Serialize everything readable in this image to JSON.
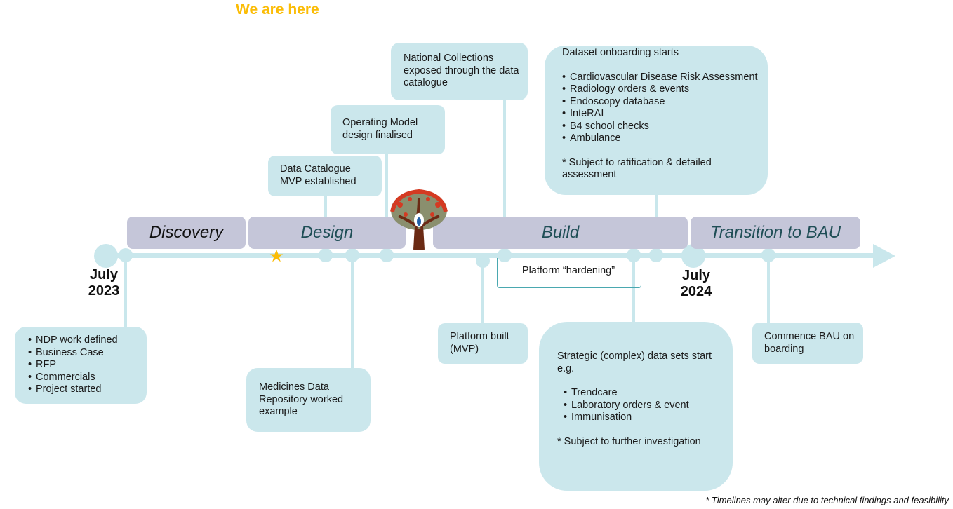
{
  "marker": {
    "label": "We are here",
    "icon": "star-icon",
    "color": "#fbbc05"
  },
  "colors": {
    "timeline": "#c9e7ec",
    "box": "#cbe7ec",
    "phase_bg": "#c5c6d9",
    "phase_text": "#1f4e56",
    "bracket": "#4aa8b0"
  },
  "phases": [
    {
      "label": "Discovery"
    },
    {
      "label": "Design"
    },
    {
      "label": "Build"
    },
    {
      "label": "Transition to BAU"
    }
  ],
  "dates": [
    {
      "month": "July",
      "year": "2023"
    },
    {
      "month": "July",
      "year": "2024"
    }
  ],
  "milestones_above": {
    "data_catalogue": "Data Catalogue MVP established",
    "operating_model": "Operating Model design finalised",
    "national_collections": "National Collections exposed through the data catalogue",
    "dataset_onboarding": {
      "title": "Dataset onboarding starts",
      "items": [
        "Cardiovascular Disease Risk Assessment",
        "Radiology orders & events",
        "Endoscopy database",
        "InteRAI",
        "B4 school checks",
        "Ambulance"
      ],
      "note": "* Subject to ratification & detailed assessment"
    }
  },
  "milestones_below": {
    "discovery_items": [
      "NDP work defined",
      "Business Case",
      "RFP",
      "Commercials",
      "Project started"
    ],
    "medicines": "Medicines Data Repository worked example",
    "platform_built": "Platform built (MVP)",
    "strategic": {
      "title": "Strategic (complex) data sets start e.g.",
      "items": [
        "Trendcare",
        "Laboratory orders & event",
        "Immunisation"
      ],
      "note": "* Subject to further investigation"
    },
    "commence_bau": "Commence BAU on boarding"
  },
  "hardening_label": "Platform “hardening”",
  "logo": "pohutukawa-tree-logo",
  "footnote": "* Timelines may alter due to technical findings and feasibility"
}
